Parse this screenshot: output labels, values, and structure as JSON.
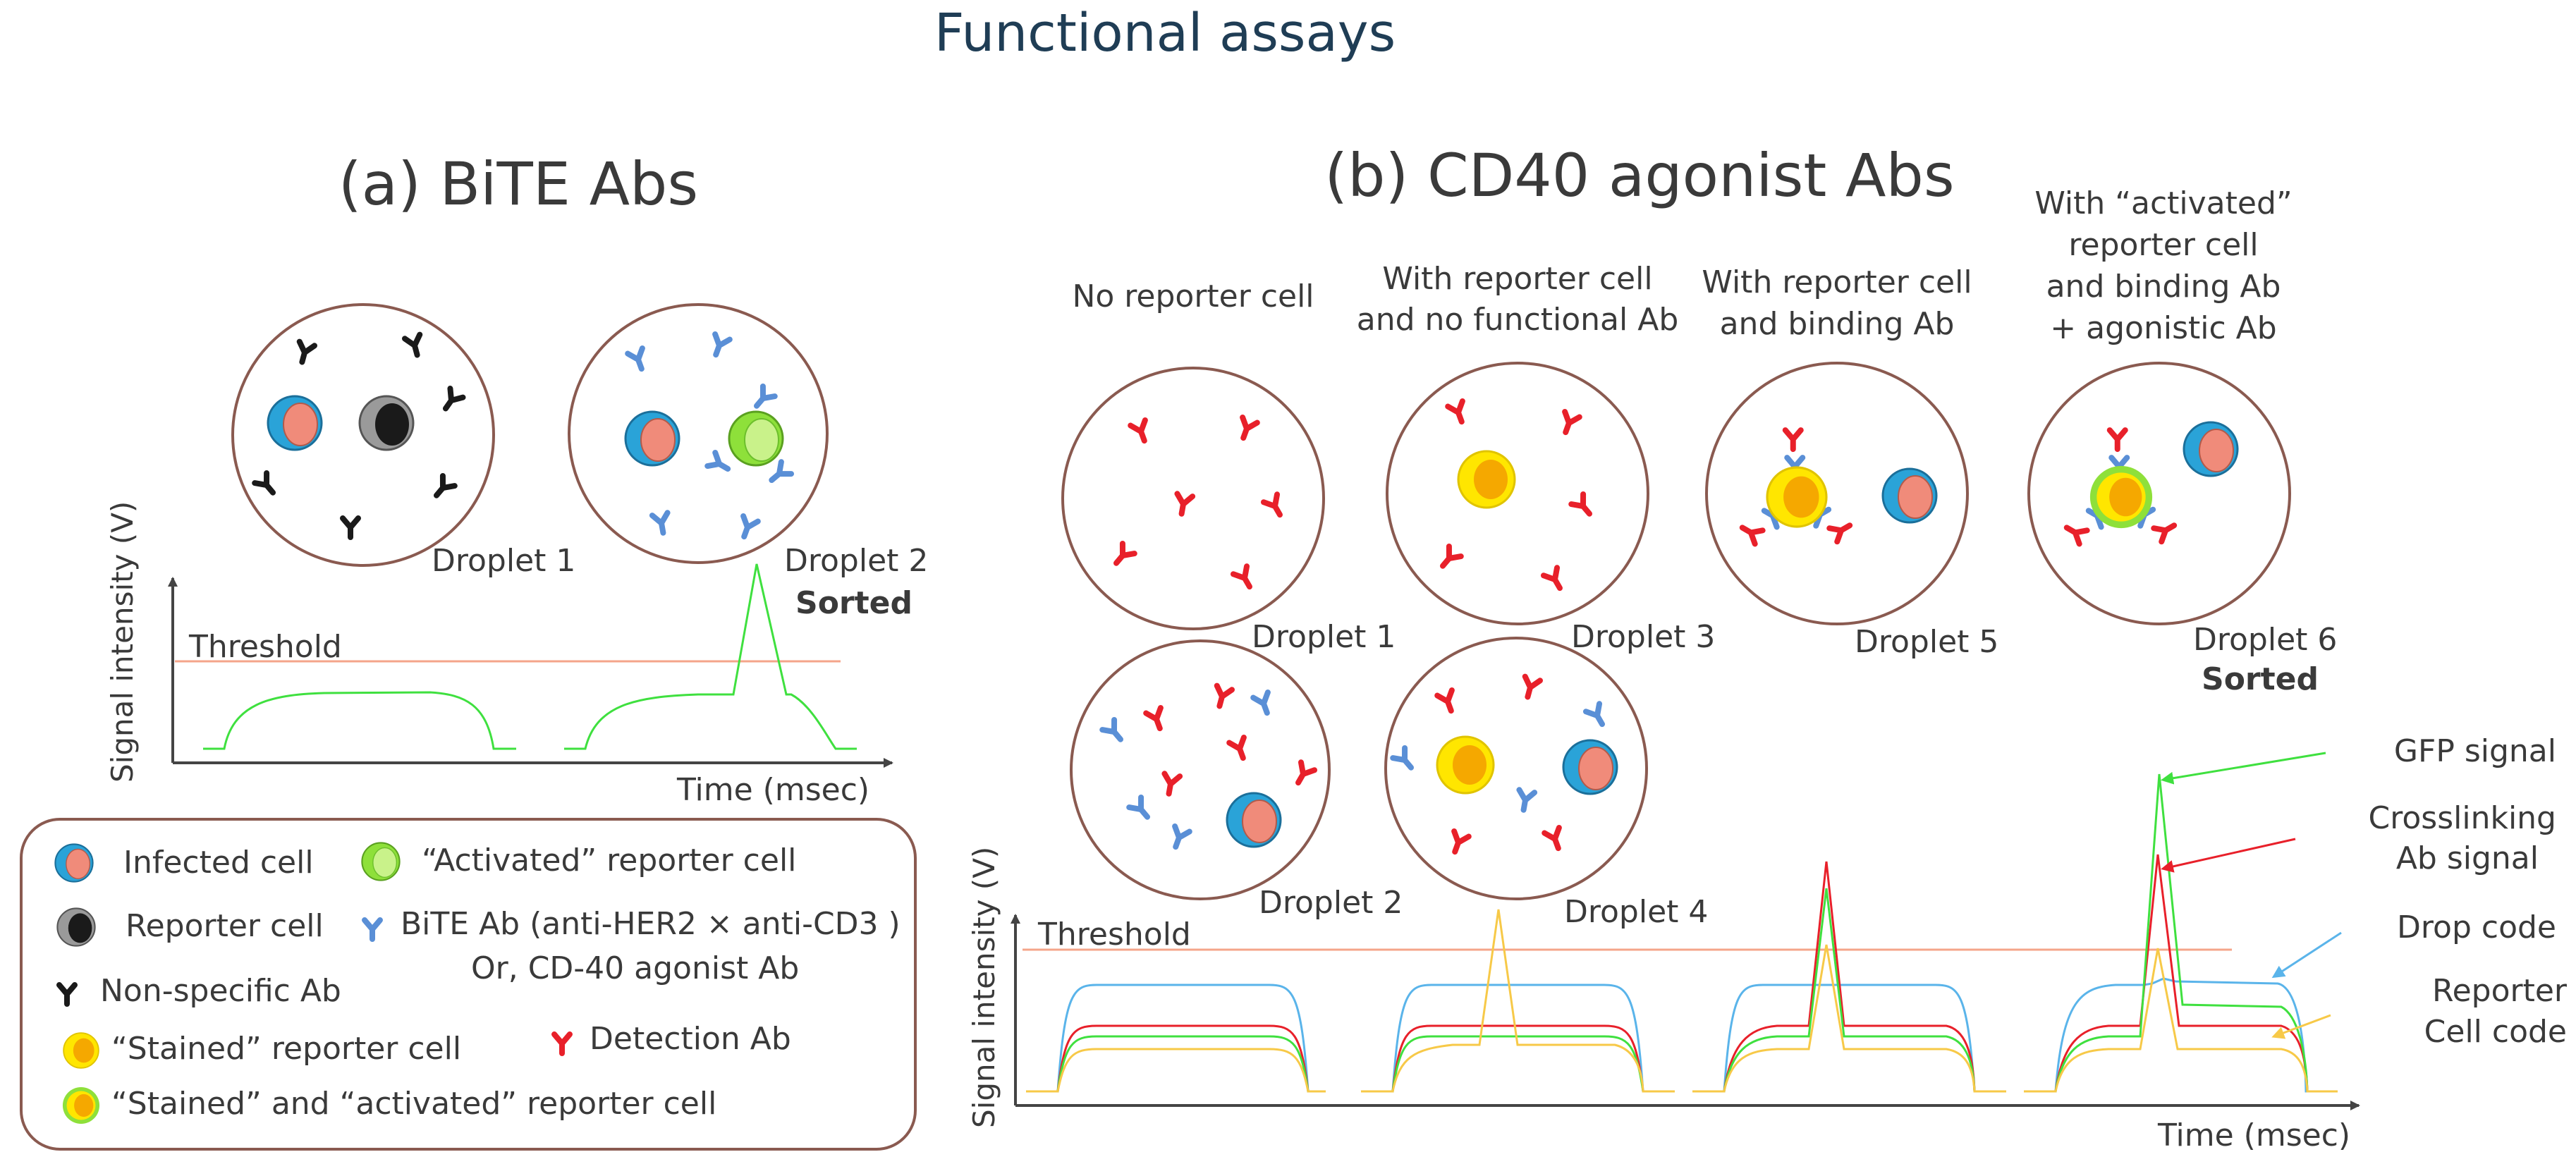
{
  "title": "Functional assays",
  "panel_a": {
    "title": "(a) BiTE Abs",
    "droplets": [
      "Droplet 1",
      "Droplet 2"
    ],
    "sorted": "Sorted",
    "threshold": "Threshold",
    "ylabel": "Signal intensity (V)",
    "xlabel": "Time (msec)"
  },
  "panel_b": {
    "title": "(b) CD40 agonist Abs",
    "scenarios": [
      [
        "No reporter cell"
      ],
      [
        "With reporter cell",
        "and no functional Ab"
      ],
      [
        "With reporter cell",
        "and binding Ab"
      ],
      [
        "With “activated”",
        "reporter cell",
        "and binding Ab",
        "+ agonistic Ab"
      ]
    ],
    "droplets": [
      "Droplet 1",
      "Droplet 2",
      "Droplet 3",
      "Droplet 4",
      "Droplet 5",
      "Droplet 6"
    ],
    "sorted": "Sorted",
    "threshold": "Threshold",
    "ylabel": "Signal intensity (V)",
    "xlabel": "Time (msec)",
    "signals": {
      "gfp": "GFP signal",
      "crosslinking": [
        "Crosslinking",
        "Ab signal"
      ],
      "drop_code": "Drop code",
      "reporter_code": [
        "Reporter",
        "Cell code"
      ]
    }
  },
  "legend": {
    "infected_cell": "Infected cell",
    "activated_reporter": "“Activated” reporter cell",
    "reporter_cell": "Reporter cell",
    "bite_ab": "BiTE Ab (anti-HER2 × anti-CD3 )",
    "cd40_ab": "Or, CD-40 agonist Ab",
    "nonspecific_ab": "Non-specific Ab",
    "stained_reporter": "“Stained” reporter cell",
    "detection_ab": "Detection Ab",
    "stained_activated": "“Stained” and “activated” reporter cell"
  },
  "colors": {
    "droplet_border": "#8a5a50",
    "infected_outer": "#2aa3d8",
    "infected_nucleus": "#f08b7a",
    "reporter_outer": "#9a9a9a",
    "reporter_nucleus": "#1a1a1a",
    "activated_outer": "#8ee03a",
    "activated_inner": "#c9f28a",
    "stained_outer": "#ffe600",
    "stained_inner": "#f5a800",
    "bite_ab": "#5a8fd6",
    "detection_ab": "#e8202a",
    "nonspecific_ab": "#1a1a1a",
    "threshold": "#f4a58a",
    "gfp": "#3fe03f",
    "crosslinking": "#e8202a",
    "drop_code": "#5ab4ea",
    "reporter_code": "#f7c948",
    "title": "#1f3d55"
  },
  "icons": [
    "infected-cell-icon",
    "reporter-cell-icon",
    "activated-reporter-icon",
    "stained-reporter-icon",
    "stained-activated-reporter-icon",
    "bite-ab-icon",
    "detection-ab-icon",
    "nonspecific-ab-icon"
  ]
}
